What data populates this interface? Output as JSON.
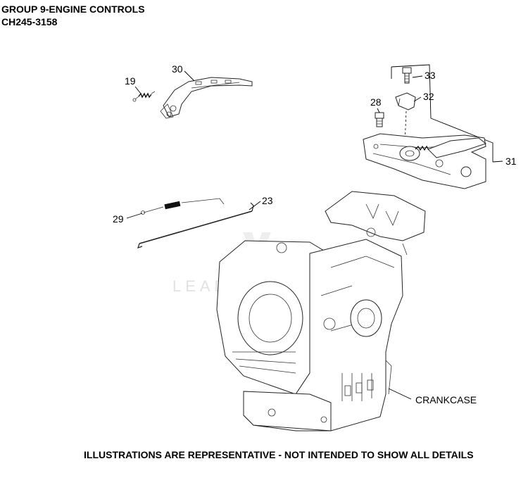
{
  "header": {
    "title": "GROUP 9-ENGINE CONTROLS",
    "model": "CH245-3158"
  },
  "watermark": "LEADVENTURE",
  "callouts": {
    "c19": "19",
    "c30": "30",
    "c33": "33",
    "c32": "32",
    "c28": "28",
    "c31": "31",
    "c23": "23",
    "c29": "29",
    "crankcase": "CRANKCASE"
  },
  "footer": "ILLUSTRATIONS ARE REPRESENTATIVE - NOT INTENDED TO SHOW ALL DETAILS"
}
